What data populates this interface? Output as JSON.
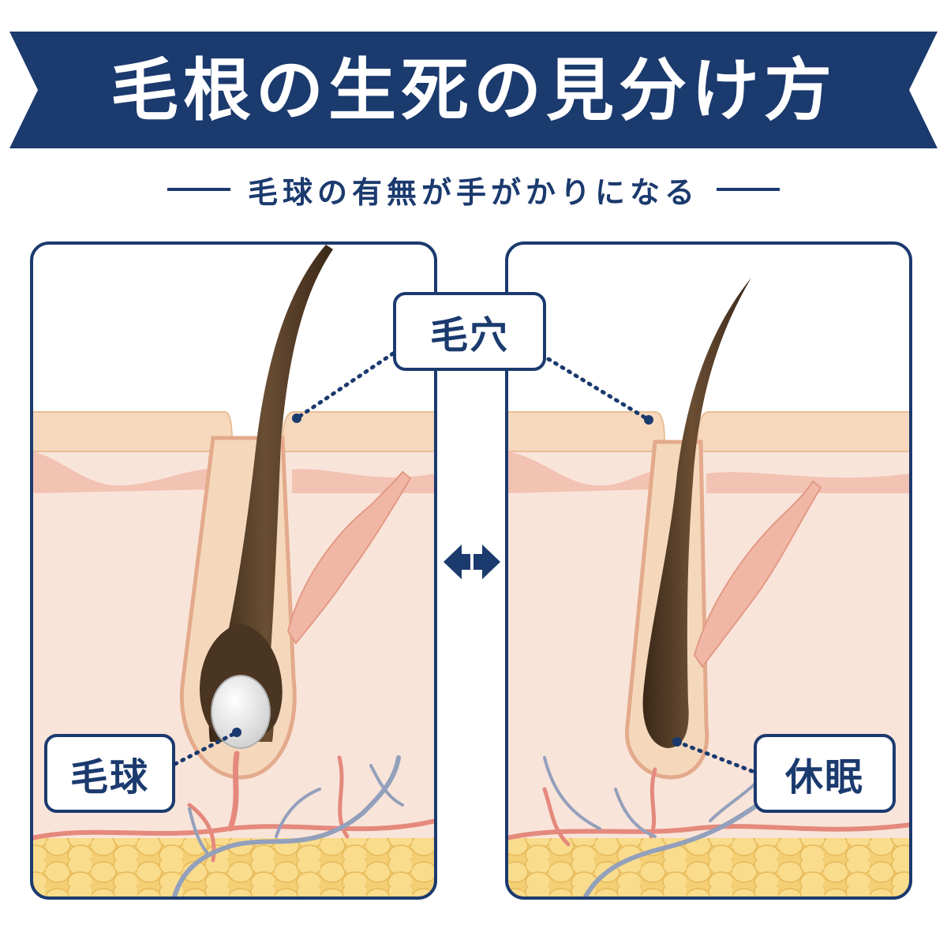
{
  "title": "毛根の生死の見分け方",
  "subtitle": "毛球の有無が手がかりになる",
  "labels": {
    "pore": "毛穴",
    "bulb": "毛球",
    "dormant": "休眠"
  },
  "colors": {
    "navy": "#1b3a6e",
    "skin_surface": "#f6dcc0",
    "dermis": "#f9e6dc",
    "fat": "#f7d98a",
    "hair": "#4a3422",
    "artery": "#e5897d",
    "vein": "#93a0bb",
    "bulb": "#f2f2f2"
  },
  "icons": [
    "double-arrow-icon"
  ]
}
